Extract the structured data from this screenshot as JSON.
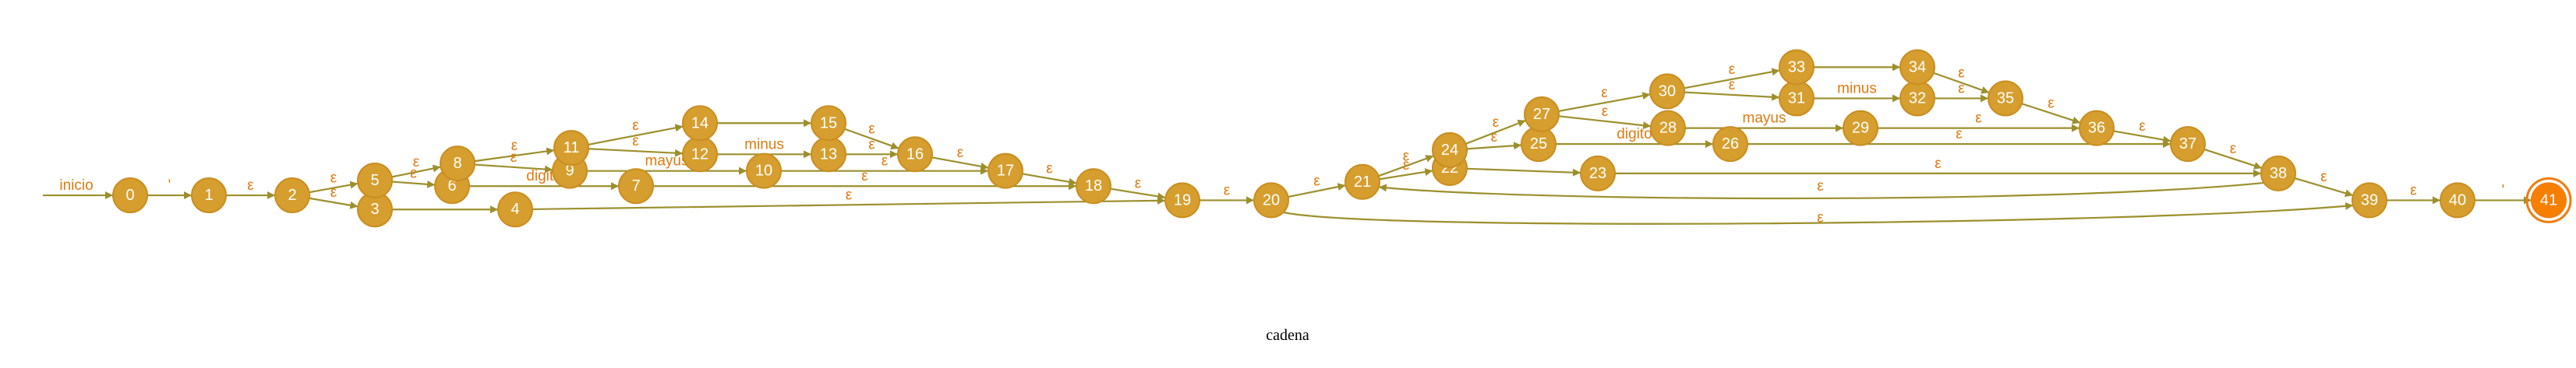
{
  "caption": "cadena",
  "colors": {
    "node_fill": "#d69e2e",
    "final_node_fill": "#f77f00",
    "edge": "#9c8f2c",
    "edge_label": "#e07a10"
  },
  "start_label": "inicio",
  "final_state": "41",
  "states": [
    "0",
    "1",
    "2",
    "3",
    "4",
    "5",
    "6",
    "7",
    "8",
    "9",
    "10",
    "11",
    "12",
    "13",
    "14",
    "15",
    "16",
    "17",
    "18",
    "19",
    "20",
    "21",
    "22",
    "23",
    "24",
    "25",
    "26",
    "27",
    "28",
    "29",
    "30",
    "31",
    "32",
    "33",
    "34",
    "35",
    "36",
    "37",
    "38",
    "39",
    "40",
    "41"
  ],
  "transitions": [
    {
      "from": "0",
      "to": "1",
      "label": "'"
    },
    {
      "from": "1",
      "to": "2",
      "label": "ε"
    },
    {
      "from": "2",
      "to": "5",
      "label": "ε"
    },
    {
      "from": "2",
      "to": "3",
      "label": "ε"
    },
    {
      "from": "3",
      "to": "4",
      "label": ""
    },
    {
      "from": "4",
      "to": "19",
      "label": "ε"
    },
    {
      "from": "5",
      "to": "8",
      "label": "ε"
    },
    {
      "from": "5",
      "to": "6",
      "label": "ε"
    },
    {
      "from": "6",
      "to": "7",
      "label": "digito"
    },
    {
      "from": "7",
      "to": "18",
      "label": "ε"
    },
    {
      "from": "8",
      "to": "11",
      "label": "ε"
    },
    {
      "from": "8",
      "to": "9",
      "label": "ε"
    },
    {
      "from": "9",
      "to": "10",
      "label": "mayus"
    },
    {
      "from": "10",
      "to": "17",
      "label": "ε"
    },
    {
      "from": "11",
      "to": "14",
      "label": "ε"
    },
    {
      "from": "11",
      "to": "12",
      "label": "ε"
    },
    {
      "from": "12",
      "to": "13",
      "label": "minus"
    },
    {
      "from": "13",
      "to": "16",
      "label": "ε"
    },
    {
      "from": "14",
      "to": "15",
      "label": ""
    },
    {
      "from": "15",
      "to": "16",
      "label": "ε"
    },
    {
      "from": "16",
      "to": "17",
      "label": "ε"
    },
    {
      "from": "17",
      "to": "18",
      "label": "ε"
    },
    {
      "from": "18",
      "to": "19",
      "label": "ε"
    },
    {
      "from": "19",
      "to": "20",
      "label": "ε"
    },
    {
      "from": "20",
      "to": "21",
      "label": "ε"
    },
    {
      "from": "20",
      "to": "39",
      "label": "ε"
    },
    {
      "from": "21",
      "to": "24",
      "label": "ε"
    },
    {
      "from": "21",
      "to": "22",
      "label": "ε"
    },
    {
      "from": "22",
      "to": "23",
      "label": ""
    },
    {
      "from": "23",
      "to": "38",
      "label": "ε"
    },
    {
      "from": "24",
      "to": "27",
      "label": "ε"
    },
    {
      "from": "24",
      "to": "25",
      "label": "ε"
    },
    {
      "from": "25",
      "to": "26",
      "label": "digito"
    },
    {
      "from": "26",
      "to": "37",
      "label": "ε"
    },
    {
      "from": "27",
      "to": "30",
      "label": "ε"
    },
    {
      "from": "27",
      "to": "28",
      "label": "ε"
    },
    {
      "from": "28",
      "to": "29",
      "label": "mayus"
    },
    {
      "from": "29",
      "to": "36",
      "label": "ε"
    },
    {
      "from": "30",
      "to": "33",
      "label": "ε"
    },
    {
      "from": "30",
      "to": "31",
      "label": "ε"
    },
    {
      "from": "31",
      "to": "32",
      "label": "minus"
    },
    {
      "from": "32",
      "to": "35",
      "label": "ε"
    },
    {
      "from": "33",
      "to": "34",
      "label": ""
    },
    {
      "from": "34",
      "to": "35",
      "label": "ε"
    },
    {
      "from": "35",
      "to": "36",
      "label": "ε"
    },
    {
      "from": "36",
      "to": "37",
      "label": "ε"
    },
    {
      "from": "37",
      "to": "38",
      "label": "ε"
    },
    {
      "from": "38",
      "to": "21",
      "label": "ε"
    },
    {
      "from": "38",
      "to": "39",
      "label": "ε"
    },
    {
      "from": "39",
      "to": "40",
      "label": "ε"
    },
    {
      "from": "40",
      "to": "41",
      "label": "'"
    }
  ]
}
